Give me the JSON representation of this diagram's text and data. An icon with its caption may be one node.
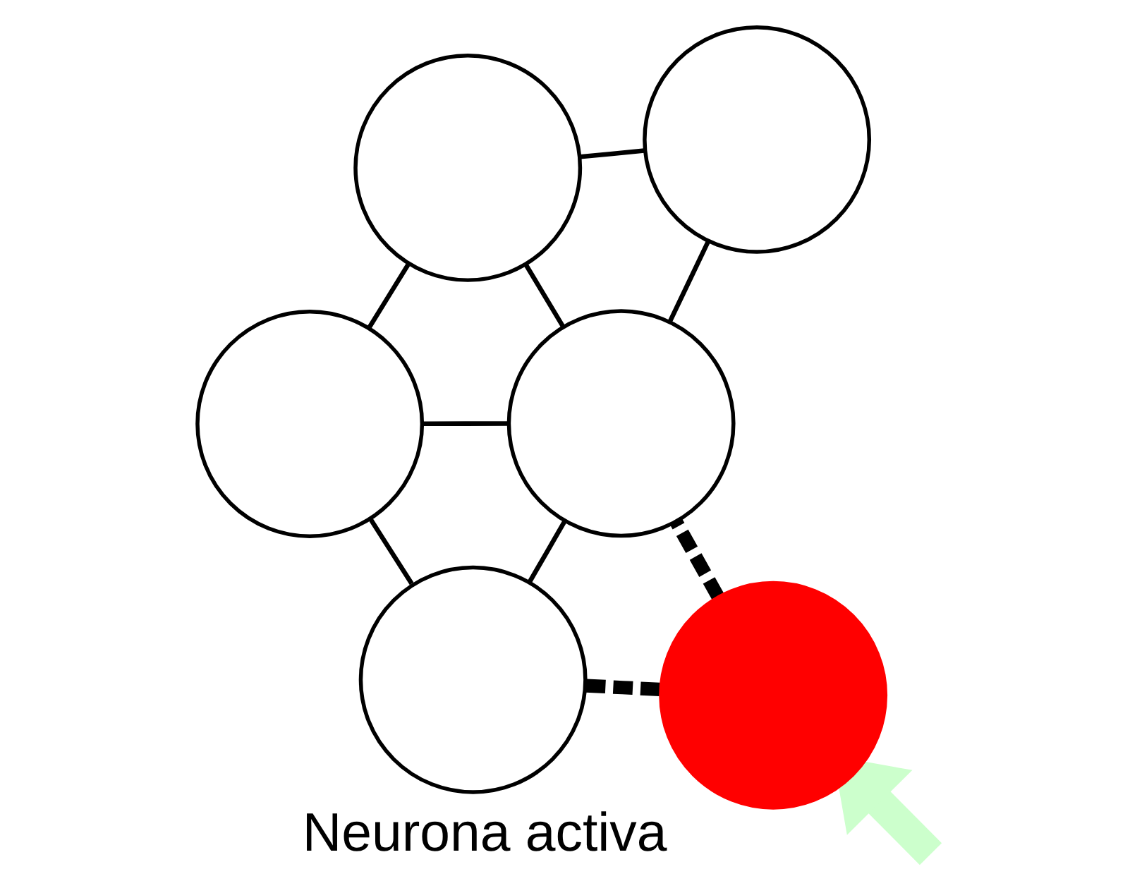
{
  "diagram": {
    "nodes": [
      {
        "text": [],
        "shape": "circle"
      },
      {
        "text": [],
        "shape": "circle"
      },
      {
        "text": [],
        "shape": "circle"
      },
      {
        "text": [],
        "shape": "circle"
      },
      {
        "text": [],
        "shape": "circle",
        "beside": [
          "Neurona activa"
        ]
      },
      {
        "text": [],
        "shape": "circle"
      }
    ],
    "edges": [
      {
        "from": 0,
        "to": 1,
        "arrow": "none"
      },
      {
        "from": 0,
        "to": 2,
        "arrow": "none"
      },
      {
        "from": 0,
        "to": 3,
        "arrow": "none"
      },
      {
        "from": 1,
        "to": 3,
        "arrow": "none"
      },
      {
        "from": 2,
        "to": 3,
        "arrow": "none"
      },
      {
        "from": 2,
        "to": 5,
        "arrow": "none"
      },
      {
        "from": 3,
        "to": 5,
        "arrow": "none"
      },
      {
        "from": 4,
        "to": 3,
        "arrow": "none",
        "style": "dashed"
      },
      {
        "from": 4,
        "to": 5,
        "arrow": "none",
        "style": "dashed"
      },
      {
        "from": null,
        "to": 4,
        "arrow": "to",
        "style": "thick",
        "color": "#ccffcc"
      }
    ]
  }
}
